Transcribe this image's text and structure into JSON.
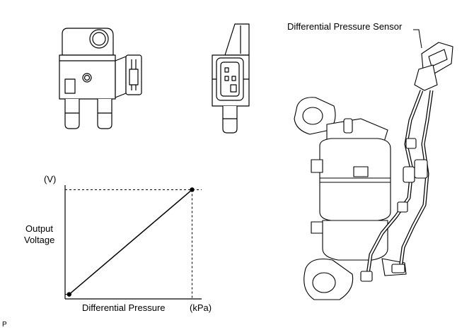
{
  "callout": {
    "label": "Differential Pressure Sensor"
  },
  "chart_data": {
    "type": "line",
    "title": "",
    "xlabel": "Differential Pressure",
    "xunit": "(kPa)",
    "ylabel_lines": [
      "Output",
      "Voltage"
    ],
    "yunit": "(V)",
    "grid": false,
    "series": [
      {
        "points": [
          {
            "x": 0.03,
            "y": 0.04
          },
          {
            "x": 0.93,
            "y": 0.96
          }
        ]
      }
    ],
    "xlim": [
      0,
      1
    ],
    "ylim": [
      0,
      1
    ]
  },
  "footer": {
    "code": "P"
  }
}
